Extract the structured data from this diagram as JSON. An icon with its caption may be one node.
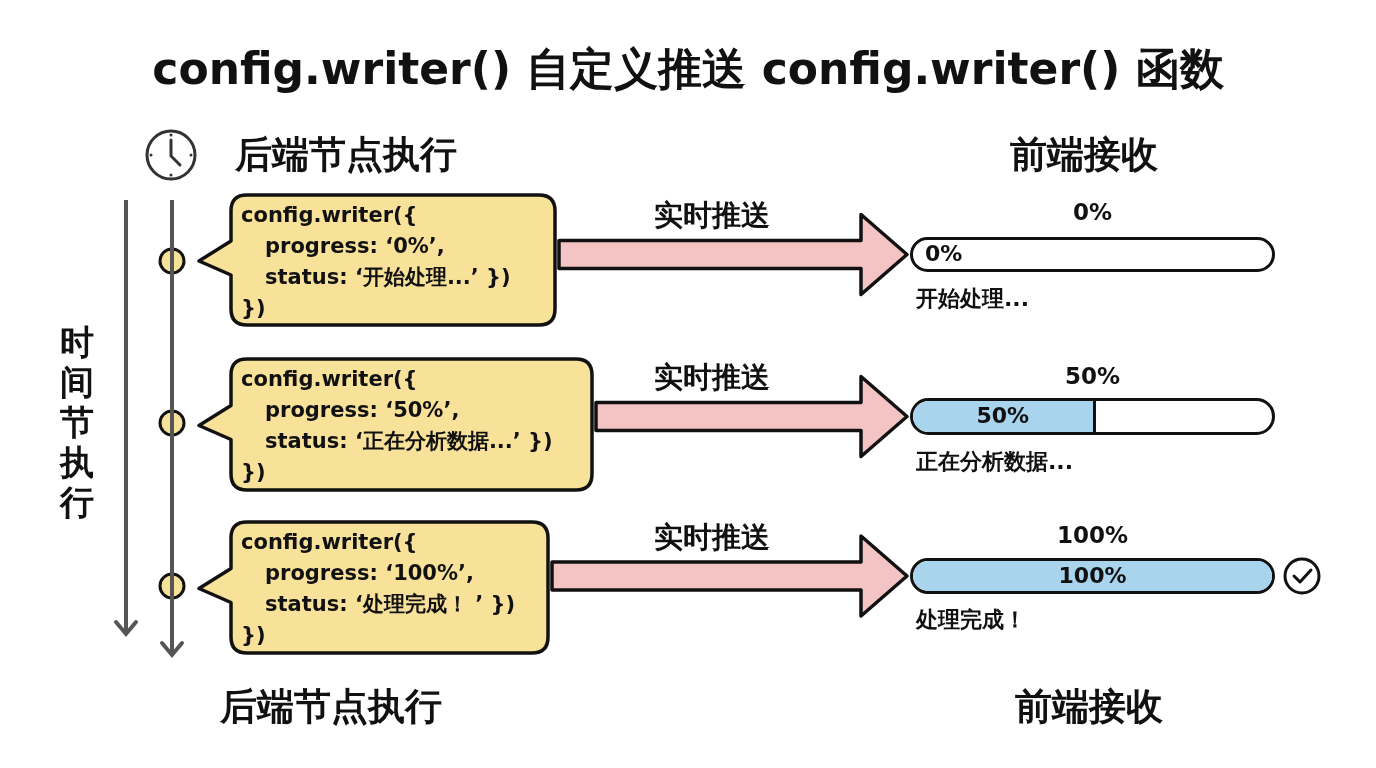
{
  "diagram": {
    "title": "config.writer() 自定义推送 config.writer() 函数",
    "nodes": [
      {
        "text": [
          "config.writer({",
          "progress: ‘0%’,",
          "status: ‘开始处理...’ })",
          "})"
        ]
      },
      {
        "text": [
          "config.writer({",
          "progress: ‘50%’,",
          "status: ‘正在分析数据...’ })",
          "})"
        ]
      },
      {
        "text": [
          "config.writer({",
          "progress: ‘100%’,",
          "status: ‘处理完成！ ’ })",
          "})"
        ]
      },
      {
        "text": [
          "0%"
        ],
        "beside": [
          "0%",
          "开始处理..."
        ]
      },
      {
        "text": [
          "50%"
        ],
        "beside": [
          "50%",
          "正在分析数据..."
        ]
      },
      {
        "text": [
          "100%"
        ],
        "beside": [
          "100%",
          "处理完成！"
        ]
      }
    ],
    "edges": [
      {
        "from": 0,
        "to": 3,
        "arrow": "to",
        "label": "实时推送"
      },
      {
        "from": 1,
        "to": 4,
        "arrow": "to",
        "label": "实时推送"
      },
      {
        "from": 2,
        "to": 5,
        "arrow": "to",
        "label": "实时推送"
      }
    ],
    "labels": [
      "后端节点执行",
      "前端接收",
      "时间节执行",
      "后端节点执行",
      "前端接收"
    ]
  }
}
